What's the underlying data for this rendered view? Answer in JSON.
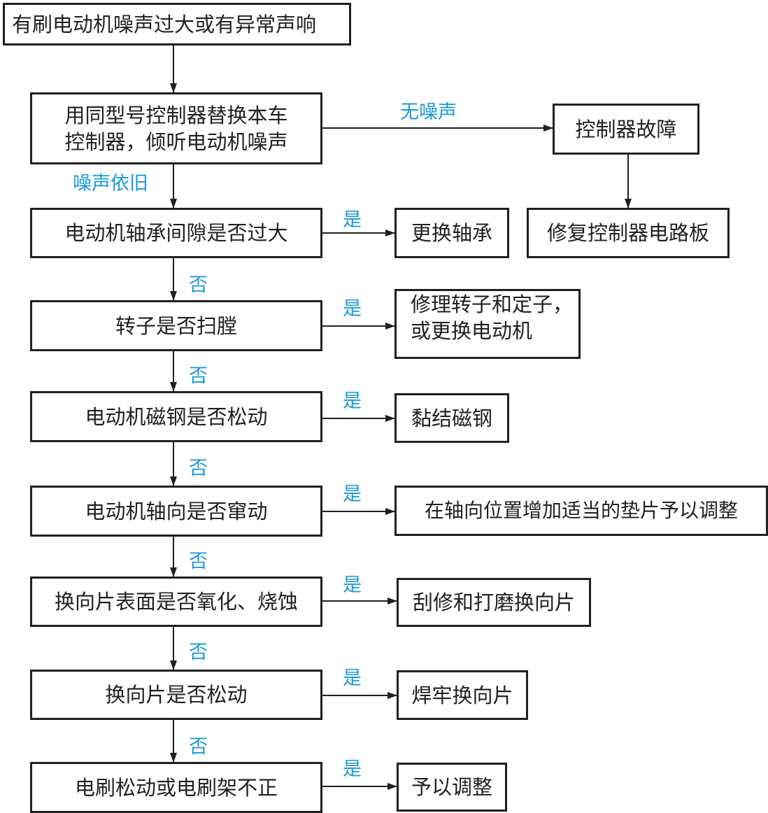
{
  "nodes": {
    "start": "有刷电动机噪声过大或有异常声响",
    "swap_controller": [
      "用同型号控制器替换本车",
      "控制器，倾听电动机噪声"
    ],
    "controller_fault": "控制器故障",
    "repair_board": "修复控制器电路板",
    "q_bearing": "电动机轴承间隙是否过大",
    "a_bearing": "更换轴承",
    "q_rotor": "转子是否扫膛",
    "a_rotor": [
      "修理转子和定子，",
      "或更换电动机"
    ],
    "q_magnet": "电动机磁钢是否松动",
    "a_magnet": "黏结磁钢",
    "q_axial": "电动机轴向是否窜动",
    "a_axial": "在轴向位置增加适当的垫片予以调整",
    "q_commutator_surface": "换向片表面是否氧化、烧蚀",
    "a_commutator_surface": "刮修和打磨换向片",
    "q_commutator_loose": "换向片是否松动",
    "a_commutator_loose": "焊牢换向片",
    "q_brush": "电刷松动或电刷架不正",
    "a_brush": "予以调整"
  },
  "labels": {
    "no_noise": "无噪声",
    "noise_remains": "噪声依旧",
    "yes": "是",
    "no": "否"
  },
  "colors": {
    "line": "#231f20",
    "label": "#1a9ad6"
  }
}
